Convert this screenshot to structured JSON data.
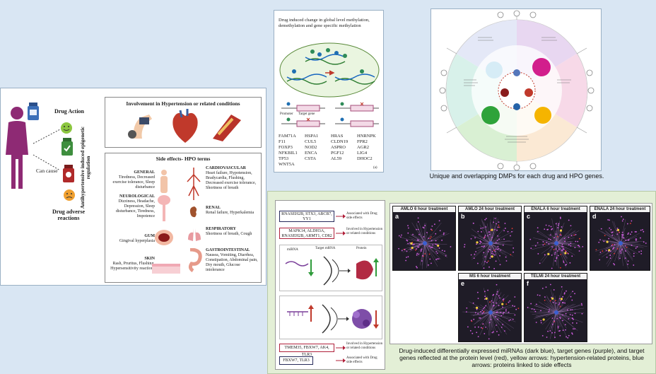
{
  "colors": {
    "page_bg": "#d9e6f3",
    "green_panel": "#e3efd6",
    "accent_red": "#b0203a",
    "navy": "#262a5a",
    "purple": "#9a3aa8"
  },
  "left": {
    "drug_action": "Drug Action",
    "can_cause": "Can cause",
    "drug_adverse": "Drug adverse reactions",
    "vertical": "Antihypertensive induced epigenetic regulation",
    "involvement_title": "Involvement in Hypertension or related conditions",
    "side_effects_title": "Side effects- HPO terms",
    "general": {
      "title": "GENERAL",
      "text": "Tiredness, Decreased exercise tolerance, Sleep disturbance"
    },
    "neuro": {
      "title": "NEUROLOGICAL",
      "text": "Dizziness, Headache, Depression, Sleep disturbance, Tiredness, Impotence"
    },
    "gum": {
      "title": "GUM",
      "text": "Gingival hyperplasia"
    },
    "skin": {
      "title": "SKIN",
      "text": "Rash, Pruritus, Flushing, Hypersensitivity reactions"
    },
    "cardio": {
      "title": "CARDIOVASCULAR",
      "text": "Heart failure, Hypotension, Bradycardia, Flushing, Decreased exercise tolerance, Shortness of breath"
    },
    "renal": {
      "title": "RENAL",
      "text": "Renal failure, Hyperkalemia"
    },
    "resp": {
      "title": "RESPIRATORY",
      "text": "Shortness of breath, Cough"
    },
    "gi": {
      "title": "GASTROINTESTINAL",
      "text": "Nausea, Vomiting, Diarrhea, Constipation, Abdominal pain, Dry mouth, Glucose intolerance"
    }
  },
  "meth": {
    "title": "Drug induced change in global level methylation, demethylation and gene specific methylation",
    "promoter": "Promoter",
    "target": "Target gene",
    "genes": [
      [
        "FAM71A",
        "HSPA1",
        "HRAS",
        "HNRNPK"
      ],
      [
        "F11",
        "CUL5",
        "CLDN19",
        "FPR2"
      ],
      [
        "FOXP3",
        "NOD2",
        "ASPRO",
        "AGR2"
      ],
      [
        "NFKBIL1",
        "ENCA",
        "PGF12",
        "LIG4"
      ],
      [
        "TP53",
        "CSTA",
        "AL59",
        "DHOC2"
      ],
      [
        "WNT5A",
        "",
        "",
        ""
      ]
    ],
    "ref": "(a)"
  },
  "circle": {
    "caption": "Unique and overlapping DMPs for each drug and HPO genes."
  },
  "mirna": {
    "box1": "RNASEH2B, STX3, ABCB7, YY1",
    "box1_label": "Associated with Drug side effects",
    "box2": "MAPK14, ALDH3A, RNASEH2B, ARMT1, CD82",
    "box2_label": "Involved in Hypertension or related conditions",
    "mirna_label": "miRNA",
    "target_mrna": "Target mRNA",
    "protein": "Protein",
    "box3": "TMEM35, FBXW7, AK4, TLR3",
    "box3_label": "Involved in Hypertension or related conditions",
    "box4": "FBXW7, TLR3",
    "box4_label": "Associated with Drug side effects"
  },
  "networks": {
    "panels": [
      {
        "letter": "a",
        "title": "AMLO 6 hour treatment"
      },
      {
        "letter": "b",
        "title": "AMLO 24 hour treatment"
      },
      {
        "letter": "c",
        "title": "ENALA 6 hour treatment"
      },
      {
        "letter": "d",
        "title": "ENALA 24 hour treatment"
      },
      {
        "letter": "e",
        "title": "MS 6 hour treatment"
      },
      {
        "letter": "f",
        "title": "TELMI 24 hour treatment"
      }
    ],
    "caption": "Drug-induced differentially expressed miRNAs (dark blue), target genes (purple), and target genes reflected at the protein level (red), yellow arrows: hypertension-related proteins, blue arrows: proteins linked to side effects"
  }
}
